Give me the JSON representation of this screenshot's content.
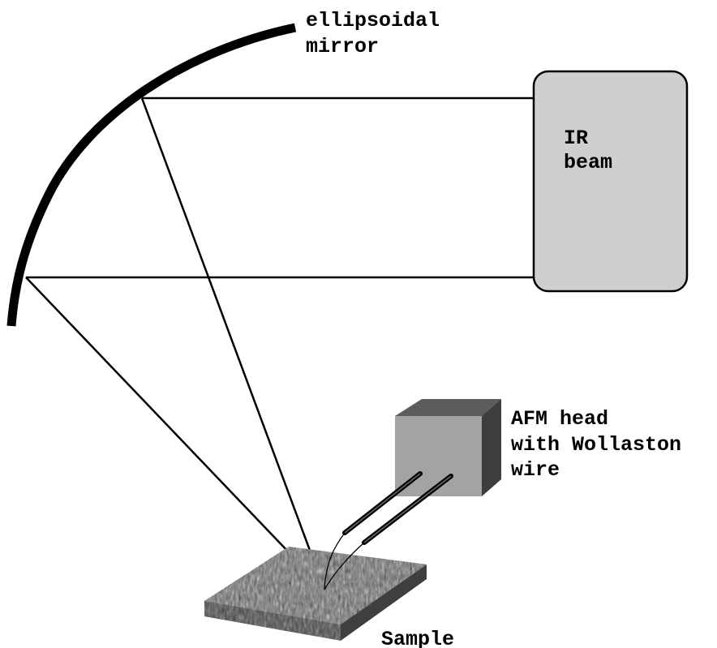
{
  "labels": {
    "mirror_line1": "ellipsoidal",
    "mirror_line2": "mirror",
    "beam_line1": "IR",
    "beam_line2": "beam",
    "afm_line1": "AFM head",
    "afm_line2": "with Wollaston",
    "afm_line3": "wire",
    "sample": "Sample"
  },
  "colors": {
    "background": "#ffffff",
    "lines": "#000000",
    "beam_box_fill": "#cfcfcf",
    "afm_front": "#a3a3a3",
    "afm_top": "#5c5c5c",
    "afm_side": "#3d3d3d",
    "sample_top": "#6e6e6e",
    "sample_side": "#4a4a4a"
  }
}
